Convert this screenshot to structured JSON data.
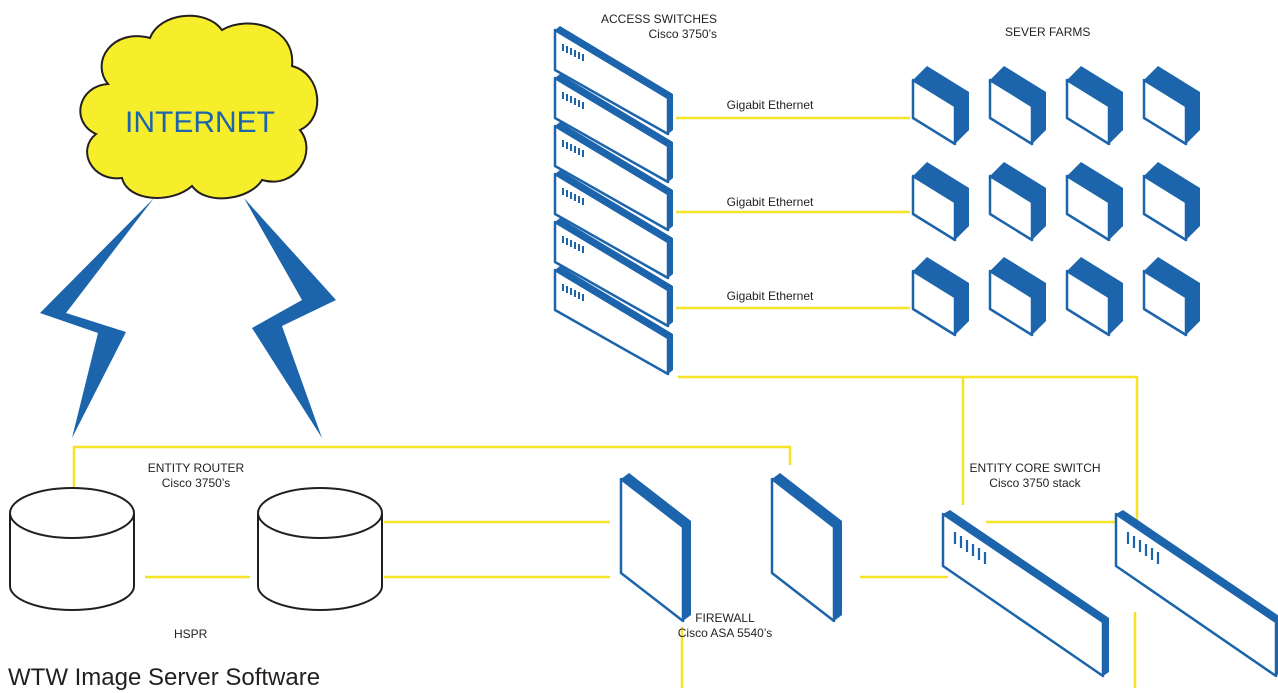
{
  "colors": {
    "device": "#1c64ab",
    "link": "#f5e328",
    "cloud": "#f7ee2b",
    "text": "#231f20",
    "cloud_text": "#1c64ab"
  },
  "internet": {
    "label": "INTERNET",
    "icon": "cloud-icon"
  },
  "access_switches": {
    "title": "ACCESS SWITCHES",
    "model": "Cisco 3750’s",
    "icon": "switch-icon"
  },
  "server_farms": {
    "title": "SEVER FARMS",
    "icon": "server-icon"
  },
  "links": {
    "gigabit": [
      "Gigabit Ethernet",
      "Gigabit Ethernet",
      "Gigabit Ethernet"
    ]
  },
  "router": {
    "title": "ENTITY ROUTER",
    "model": "Cisco 3750’s",
    "icon": "router-icon"
  },
  "hspr": {
    "label": "HSPR"
  },
  "firewall": {
    "title": "FIREWALL",
    "model": "Cisco ASA 5540’s",
    "icon": "firewall-icon"
  },
  "core_switch": {
    "title": "ENTITY CORE SWITCH",
    "model": "Cisco 3750 stack",
    "icon": "switch-icon"
  },
  "software": {
    "label": "WTW Image Server Software"
  }
}
